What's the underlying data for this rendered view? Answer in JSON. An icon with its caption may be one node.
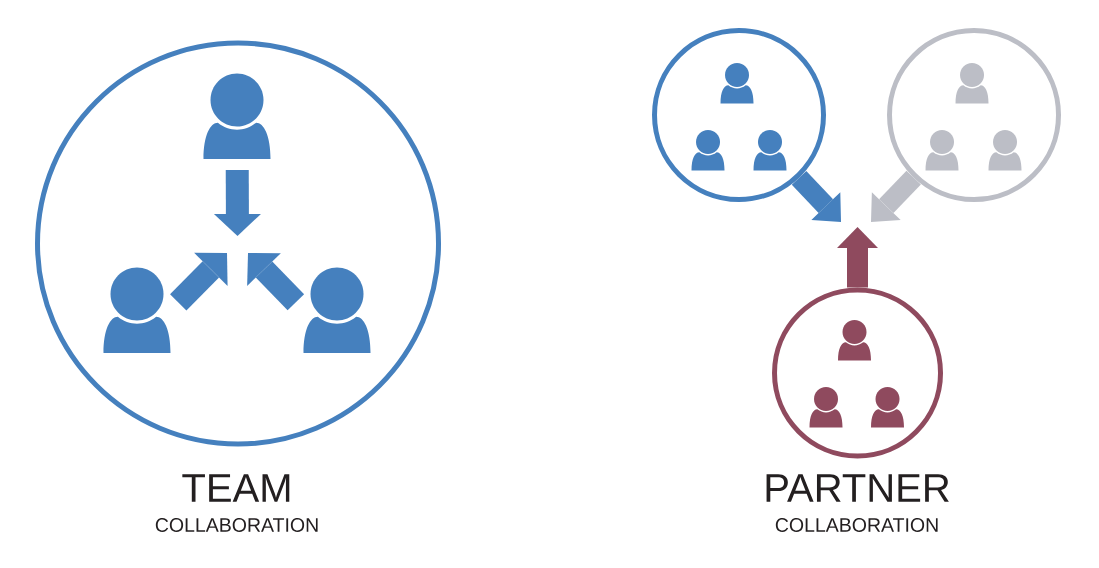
{
  "diagram": {
    "nodes": [
      {
        "text": [],
        "shape": "circle"
      },
      {
        "text": [],
        "shape": "person",
        "in": 0
      },
      {
        "text": [],
        "shape": "person",
        "in": 0
      },
      {
        "text": [],
        "shape": "person",
        "in": 0
      },
      {
        "text": [],
        "shape": "circle"
      },
      {
        "text": [],
        "shape": "person",
        "in": 4
      },
      {
        "text": [],
        "shape": "person",
        "in": 4
      },
      {
        "text": [],
        "shape": "person",
        "in": 4
      },
      {
        "text": [],
        "shape": "circle"
      },
      {
        "text": [],
        "shape": "person",
        "in": 8
      },
      {
        "text": [],
        "shape": "person",
        "in": 8
      },
      {
        "text": [],
        "shape": "person",
        "in": 8
      },
      {
        "text": [],
        "shape": "circle"
      },
      {
        "text": [],
        "shape": "person",
        "in": 12
      },
      {
        "text": [],
        "shape": "person",
        "in": 12
      },
      {
        "text": [],
        "shape": "person",
        "in": 12
      }
    ],
    "edges": [
      {
        "from": 1,
        "to": null,
        "arrow": "to"
      },
      {
        "from": 2,
        "to": null,
        "arrow": "to"
      },
      {
        "from": 3,
        "to": null,
        "arrow": "to"
      },
      {
        "from": 4,
        "to": null,
        "arrow": "to"
      },
      {
        "from": 8,
        "to": null,
        "arrow": "to",
        "color": "#bcbec6"
      },
      {
        "from": 12,
        "to": null,
        "arrow": "to",
        "color": "#8f4a5e"
      }
    ],
    "labels": [
      "TEAM",
      "COLLABORATION",
      "PARTNER",
      "COLLABORATION"
    ]
  }
}
